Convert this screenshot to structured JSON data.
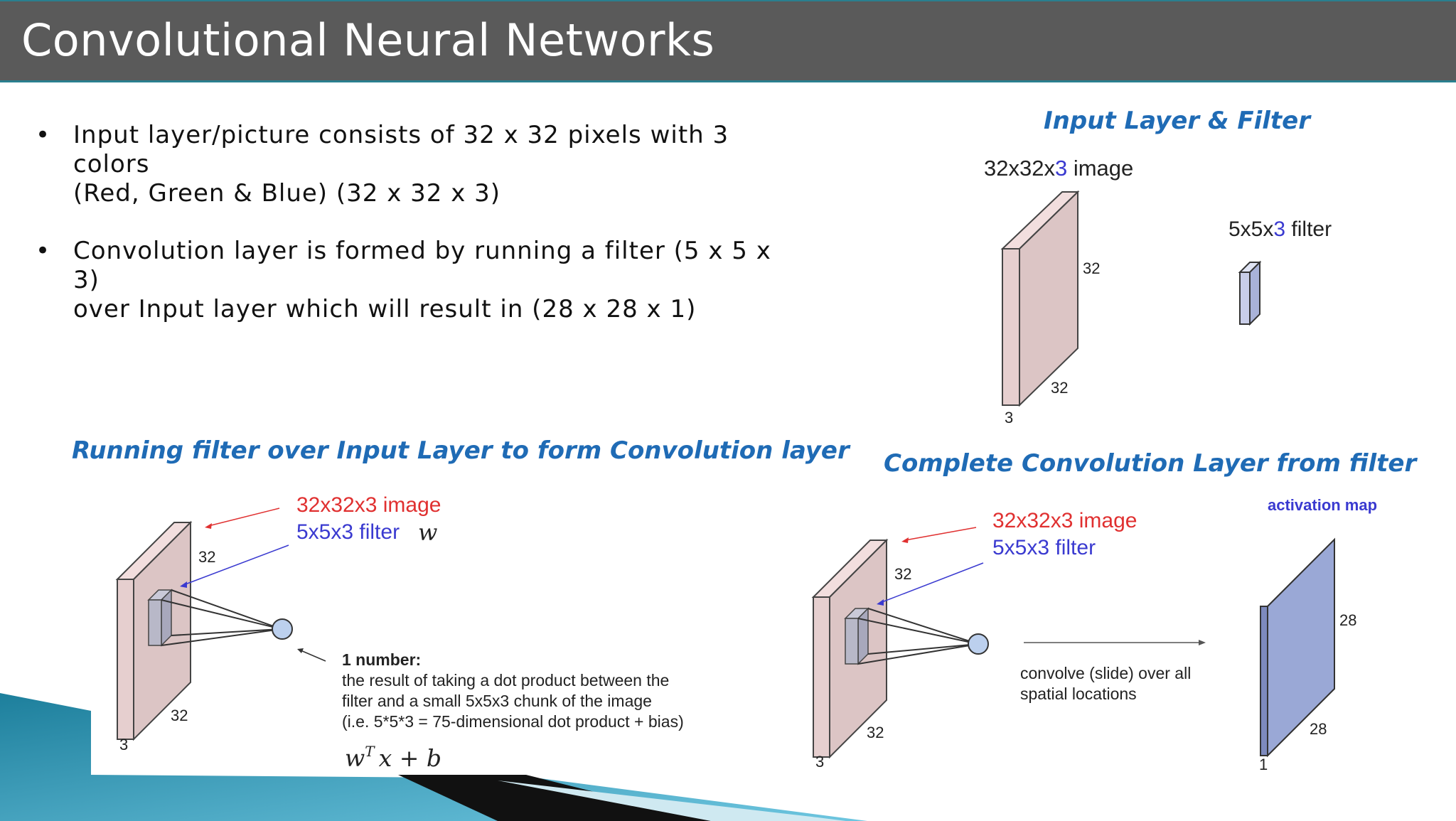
{
  "title": "Convolutional Neural Networks",
  "bullets": [
    {
      "line1": "Input layer/picture consists of 32 x 32 pixels with 3 colors",
      "line2": "(Red, Green & Blue)  (32 x 32 x 3)"
    },
    {
      "line1": "Convolution layer is formed by running a filter (5 x 5 x 3)",
      "line2": "over Input layer which will result in (28 x 28 x 1)"
    }
  ],
  "bullet_glyph": "•",
  "captions": {
    "input_filter": "Input Layer & Filter",
    "running": "Running filter over Input Layer to form Convolution layer",
    "complete": "Complete Convolution Layer from filter"
  },
  "fig1": {
    "image_prefix": "32x32x",
    "image_depth": "3",
    "image_suffix": " image",
    "filter_prefix": "5x5x",
    "filter_depth": "3",
    "filter_suffix": " filter",
    "height": "32",
    "width": "32",
    "depth": "3"
  },
  "fig2": {
    "image_label": "32x32x3 image",
    "filter_label": "5x5x3 filter",
    "filter_symbol": "w",
    "height": "32",
    "width": "32",
    "depth": "3",
    "note_title": "1 number:",
    "note_line1": "the result of taking a dot product between the",
    "note_line2": "filter and a small 5x5x3 chunk of the image",
    "note_line3": "(i.e. 5*5*3 = 75-dimensional dot product + bias)",
    "formula_w": "w",
    "formula_t": "T",
    "formula_rest": "x + b"
  },
  "fig3": {
    "image_label": "32x32x3 image",
    "filter_label": "5x5x3 filter",
    "activation_label": "activation map",
    "height": "32",
    "width": "32",
    "depth": "3",
    "slide_line1": "convolve (slide) over all",
    "slide_line2": "spatial locations",
    "act_height": "28",
    "act_width": "28",
    "act_depth": "1"
  },
  "colors": {
    "title_bg": "#5a5a5a",
    "accent_teal": "#2a7f8f",
    "caption_blue": "#1f6bb5",
    "label_red": "#e03030",
    "label_blue": "#3a3ad0",
    "volume_face": "#e6cfcf",
    "filter_face": "#c8cde8",
    "activation_face": "#9aa8d6"
  }
}
